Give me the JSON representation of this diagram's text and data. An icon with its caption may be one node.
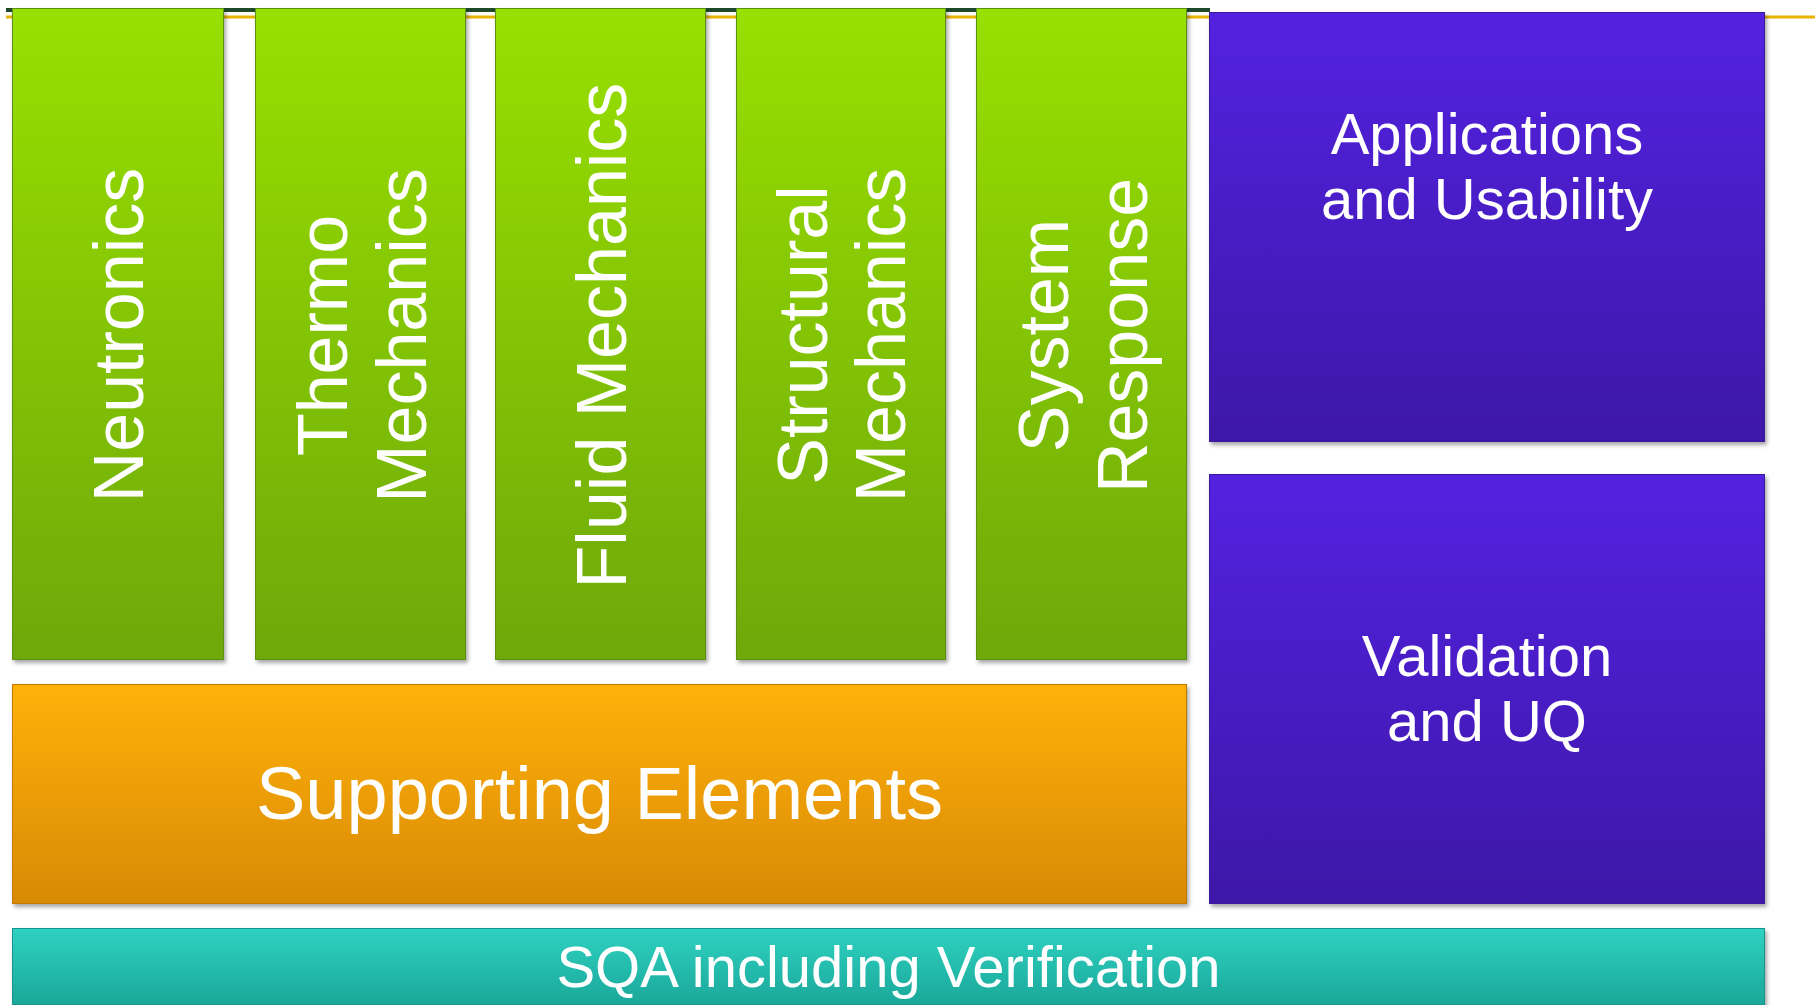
{
  "diagram": {
    "nodes": [
      {
        "text": [
          "Neutronics"
        ]
      },
      {
        "text": [
          "Thermo Mechanics"
        ]
      },
      {
        "text": [
          "Fluid Mechanics"
        ]
      },
      {
        "text": [
          "Structural Mechanics"
        ]
      },
      {
        "text": [
          "System Response"
        ]
      },
      {
        "text": [
          "Supporting Elements"
        ]
      },
      {
        "text": [
          "Applications and Usability"
        ]
      },
      {
        "text": [
          "Validation and UQ"
        ]
      },
      {
        "text": [
          "SQA including Verification"
        ]
      }
    ]
  }
}
